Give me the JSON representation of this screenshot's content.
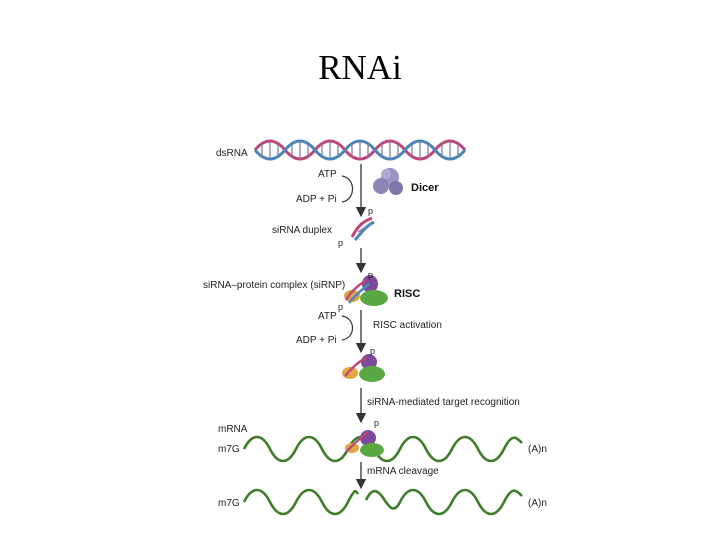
{
  "title": "RNAi",
  "labels": {
    "dsrna": "dsRNA",
    "atp1": "ATP",
    "dicer": "Dicer",
    "adp1": "ADP + Pi",
    "sirna_duplex": "siRNA duplex",
    "sirnp": "siRNA–protein complex (siRNP)",
    "risc": "RISC",
    "atp2": "ATP",
    "risc_activation": "RISC activation",
    "adp2": "ADP + Pi",
    "target_recognition": "siRNA-mediated target recognition",
    "mrna": "mRNA",
    "m7g1": "m7G",
    "an1": "(A)n",
    "mrna_cleavage": "mRNA cleavage",
    "m7g2": "m7G",
    "an2": "(A)n",
    "p_top1": "p",
    "p_bot1": "p",
    "p_top2": "p",
    "p_bot2": "p",
    "p_top3": "p",
    "p_top4": "p"
  },
  "colors": {
    "helix_pink": "#c0467a",
    "helix_blue": "#4a86b8",
    "dicer": "#8c86b8",
    "risc_green": "#5aa843",
    "risc_purple": "#7b4a9a",
    "risc_orange": "#e0a640",
    "mrna_green": "#3e7d2a"
  }
}
